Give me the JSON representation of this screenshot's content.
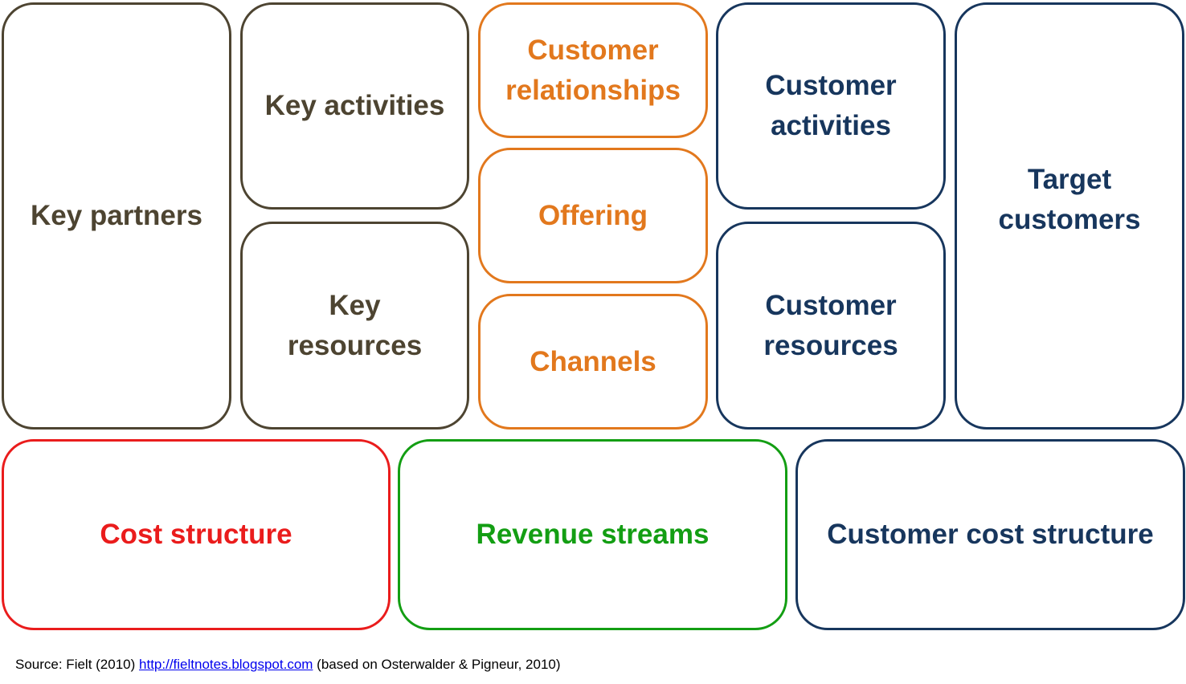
{
  "blocks": {
    "key_partners": "Key partners",
    "key_activities": "Key activities",
    "key_resources": "Key resources",
    "customer_relationships": "Customer relationships",
    "offering": "Offering",
    "channels": "Channels",
    "customer_activities": "Customer activities",
    "customer_resources": "Customer resources",
    "target_customers": "Target customers",
    "cost_structure": "Cost structure",
    "revenue_streams": "Revenue streams",
    "customer_cost_structure": "Customer cost structure"
  },
  "footer": {
    "prefix": "Source: Fielt (2010)",
    "link": "http://fieltnotes.blogspot.com",
    "suffix": "(based on Osterwalder & Pigneur, 2010)"
  },
  "colors": {
    "company_side": "#4d4431",
    "value_side": "#e2781d",
    "customer_side": "#17365d",
    "cost": "#ea1c1c",
    "revenue": "#139e13"
  }
}
